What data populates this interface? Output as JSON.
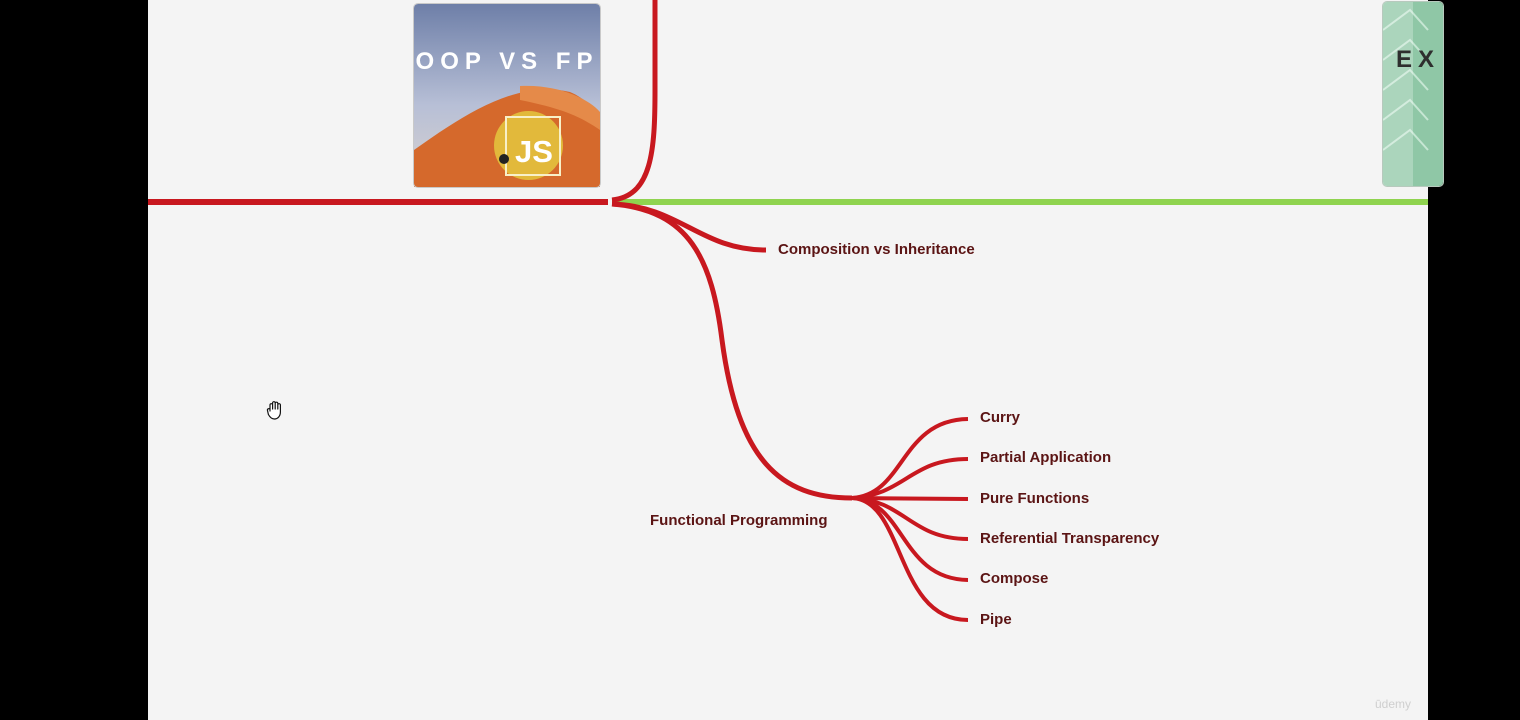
{
  "colors": {
    "branch_red": "#c8181f",
    "branch_green": "#8fd34f",
    "label_text": "#5b1414",
    "canvas": "#f4f4f4"
  },
  "topic_cards": {
    "oop_vs_fp": {
      "title": "OOP VS FP",
      "badge": "JS"
    },
    "next_topic": {
      "title": "EX"
    }
  },
  "nodes": {
    "composition": "Composition vs Inheritance",
    "functional_programming": "Functional Programming",
    "children": [
      "Curry",
      "Partial Application",
      "Pure Functions",
      "Referential Transparency",
      "Compose",
      "Pipe"
    ]
  },
  "cursor_icon": "grab-hand-icon",
  "watermark": "ūdemy"
}
